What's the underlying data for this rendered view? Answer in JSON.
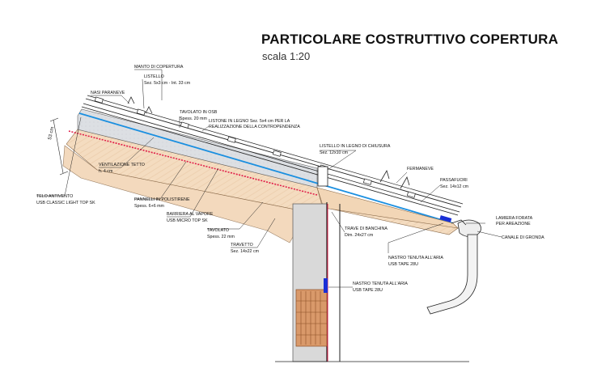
{
  "header": {
    "title": "PARTICOLARE COSTRUTTIVO COPERTURA",
    "scale": "scala 1:20"
  },
  "labels": {
    "manto": "MANTO DI COPERTURA",
    "listello": "LISTELLO",
    "listello_sez": "Sez. 5x3 cm - Int. 33 cm",
    "nasi": "NASI PARANEVE",
    "osb": "TAVOLATO IN OSB",
    "osb_sp": "Spess. 20 mm",
    "listone_1": "LISTONE IN LEGNO Sez. 5x4 cm PER LA",
    "listone_2": "REALIZZAZIONE DELLA CONTROPENDENZA",
    "chiusura": "LISTELLO IN LEGNO DI CHIUSURA",
    "chiusura_sez": "Sez. 12x10 cm",
    "fermaneve": "FERMANEVE",
    "passafuori": "PASSAFUORI",
    "passafuori_sez": "Sez. 14x12 cm",
    "lamiera_1": "LAMIERA FORATA",
    "lamiera_2": "PER AREAZIONE",
    "canale": "CANALE DI GRONDA",
    "trave": "TRAVE DI BANCHINA",
    "trave_dim": "Dim. 24x27 cm",
    "nastro_1": "NASTRO TENUTA ALL'ARIA",
    "nastro_1_sub": "USB TAPE 28U",
    "nastro_2": "NASTRO TENUTA ALL'ARIA",
    "nastro_2_sub": "USB TAPE 28U",
    "travetto": "TRAVETTO",
    "travetto_sez": "Sez. 14x22 cm",
    "tavolato": "TAVOLATO",
    "tavolato_sp": "Spess. 22 mm",
    "barriera": "BARRIERA AL VAPORE",
    "barriera_sub": "USB MICRO TOP SK",
    "pannelli": "PANNELLI IN POLISTIRENE",
    "pannelli_sp": "Spess. 6+6 mm",
    "ventilazione": "VENTILAZIONE TETTO",
    "ventilazione_h": "h. 4 cm",
    "telo": "TELO ANTIVENTO",
    "telo_sub": "USB CLASSIC LIGHT TOP SK",
    "dim_53": "53 cm"
  },
  "colors": {
    "wood": "#f4dcc0",
    "wood_grain": "#e3b98f",
    "insulation": "#dcdfe3",
    "membrane_blue": "#1a8fe0",
    "vapor_red": "#e0204a",
    "post": "#d6d6d6",
    "beam_wood": "#d9996a",
    "tape": "#1a2fd6",
    "line": "#222222"
  }
}
